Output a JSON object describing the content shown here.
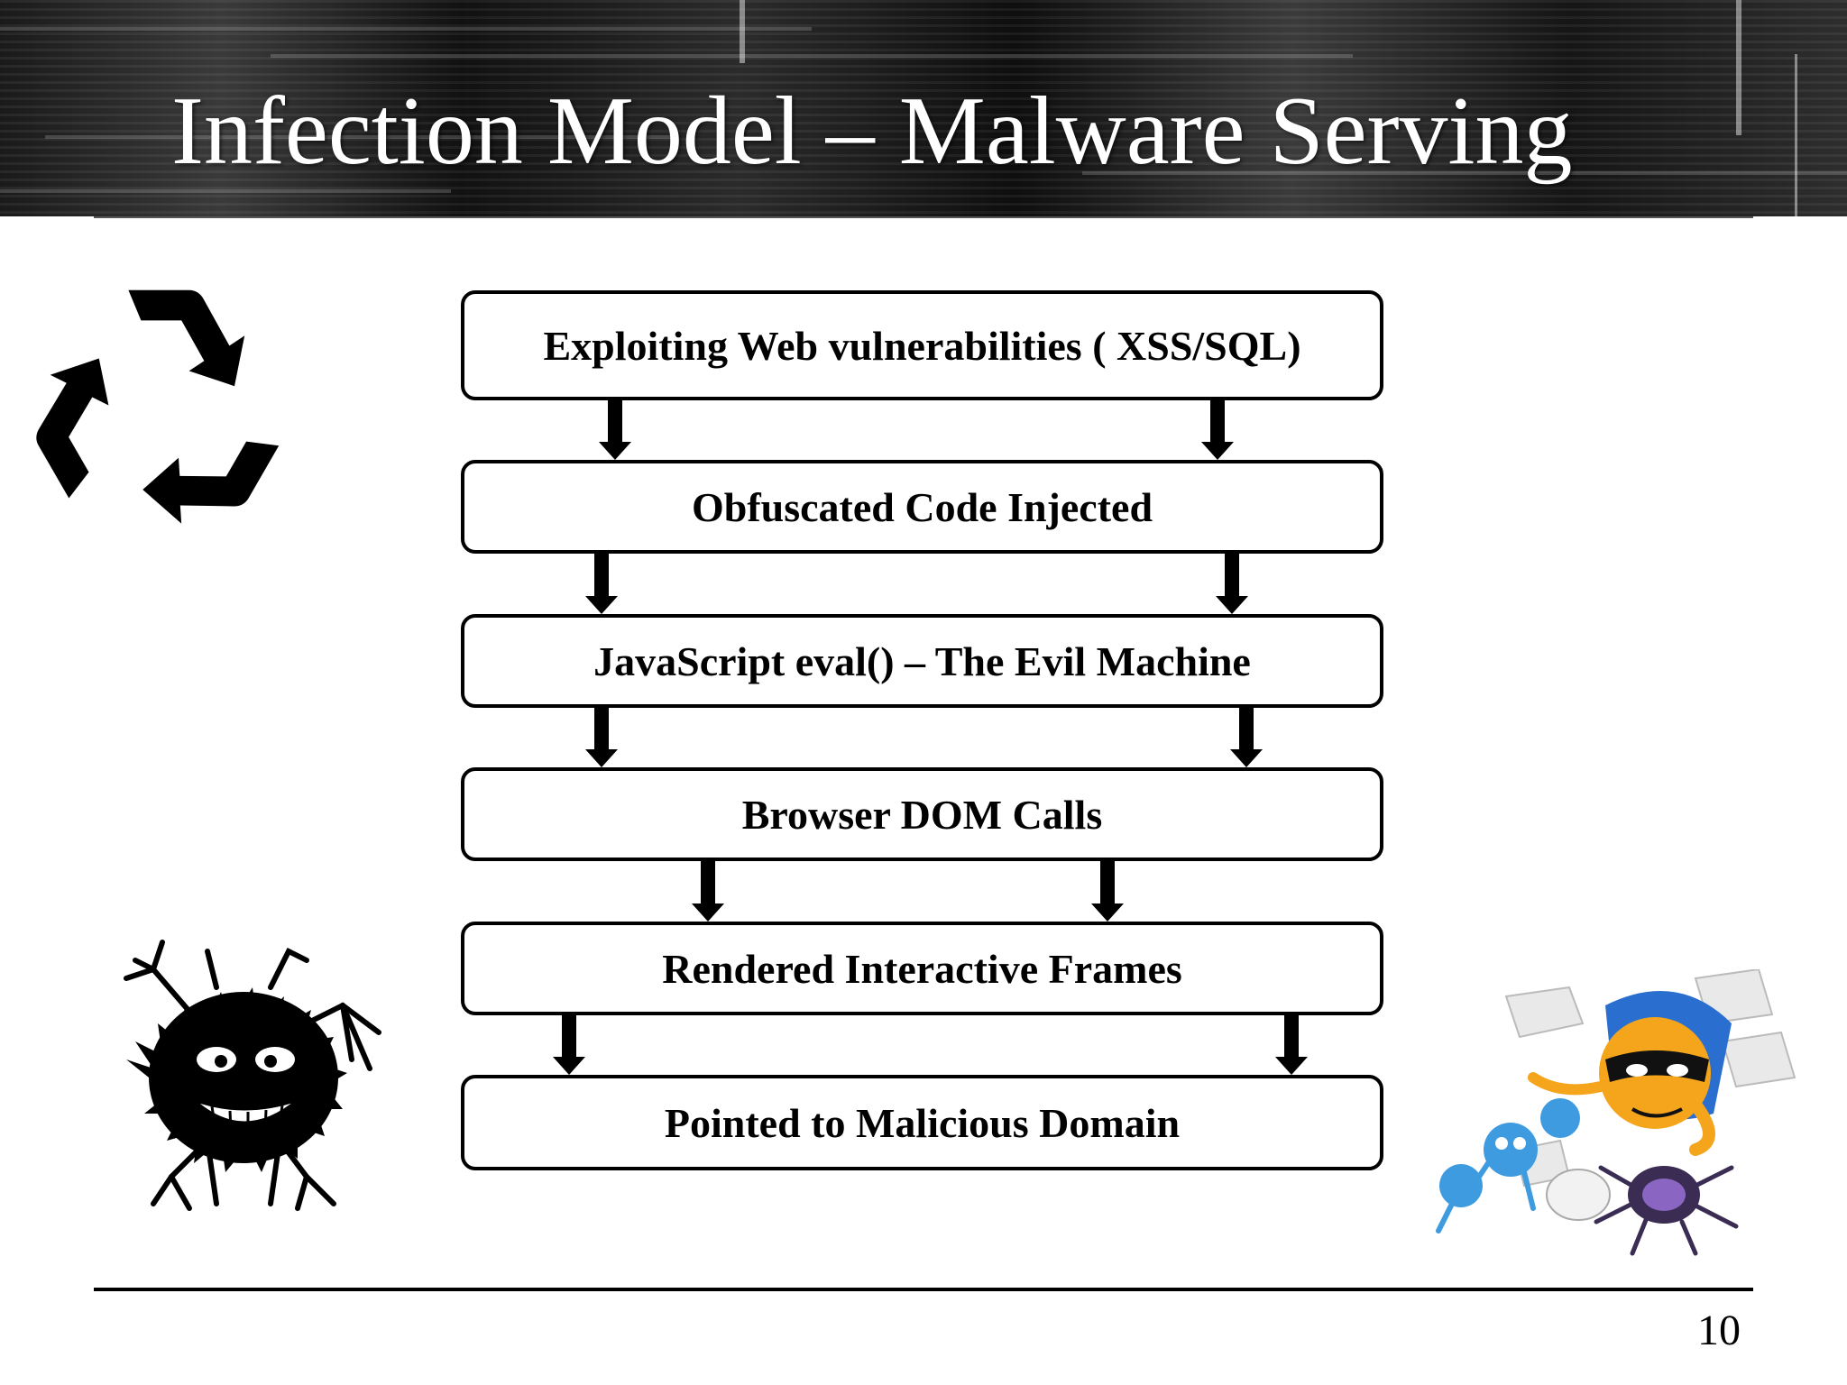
{
  "slide": {
    "title": "Infection Model – Malware Serving",
    "page_number": "10"
  },
  "flow": {
    "steps": [
      {
        "label": "Exploiting Web vulnerabilities ( XSS/SQL)"
      },
      {
        "label": "Obfuscated Code Injected"
      },
      {
        "label": "JavaScript eval() – The Evil Machine"
      },
      {
        "label": "Browser DOM Calls"
      },
      {
        "label": "Rendered Interactive Frames"
      },
      {
        "label": "Pointed to Malicious Domain"
      }
    ]
  },
  "decorations": {
    "top_left": "recycle-icon",
    "bottom_left": "virus-monster-icon",
    "bottom_right": "malware-bugs-icon"
  },
  "colors": {
    "header_dark": "#1a1a1a",
    "title_text": "#ffffff",
    "box_border": "#000000"
  }
}
